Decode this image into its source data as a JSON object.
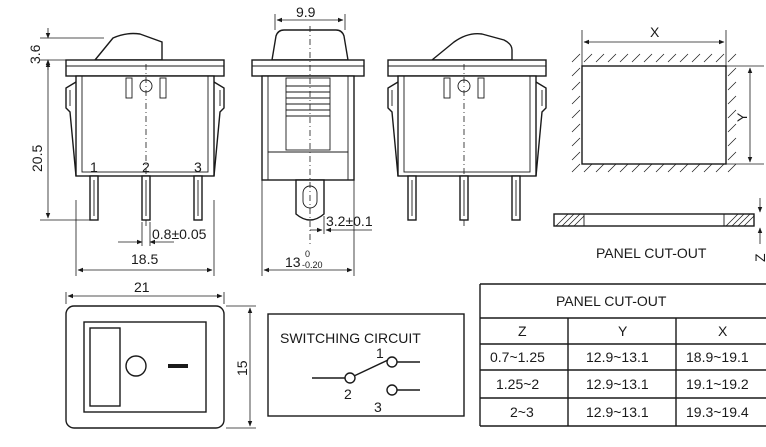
{
  "dimensions": {
    "top_width": "9.9",
    "actuator_height": "3.6",
    "body_height": "20.5",
    "pin_width": "0.8±0.05",
    "pin_spacing": "18.5",
    "side_pin_offset": "3.2±0.1",
    "side_width": "13",
    "side_width_tol_upper": "0",
    "side_width_tol_lower": "-0.20",
    "front_width": "21",
    "front_height": "15"
  },
  "pins": [
    "1",
    "2",
    "3"
  ],
  "cutout": {
    "x_label": "X",
    "y_label": "Y",
    "z_label": "Z",
    "caption": "PANEL CUT-OUT"
  },
  "circuit": {
    "title": "SWITCHING CIRCUIT",
    "labels": [
      "1",
      "2",
      "3"
    ]
  },
  "table": {
    "title": "PANEL CUT-OUT",
    "headers": [
      "Z",
      "Y",
      "X"
    ],
    "rows": [
      [
        "0.7~1.25",
        "12.9~13.1",
        "18.9~19.1"
      ],
      [
        "1.25~2",
        "12.9~13.1",
        "19.1~19.2"
      ],
      [
        "2~3",
        "12.9~13.1",
        "19.3~19.4"
      ]
    ]
  }
}
